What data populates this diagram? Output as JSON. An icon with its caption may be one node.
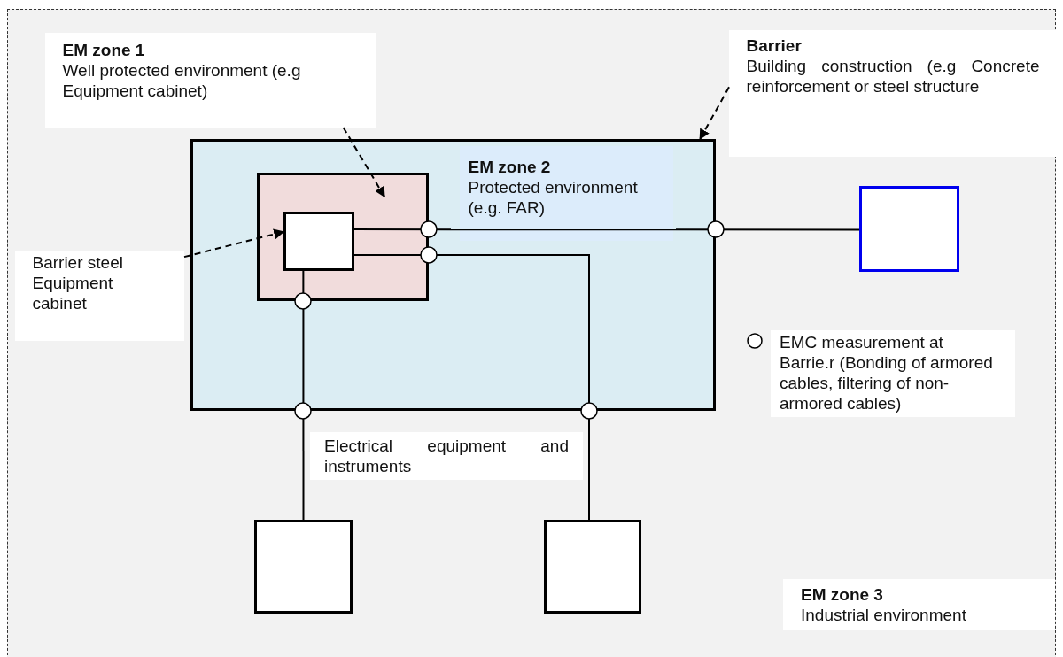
{
  "diagram": {
    "nodes": [
      {
        "text": [
          "EM zone 3",
          "Industrial environment"
        ]
      },
      {
        "text": [
          "EM zone 1",
          "Well protected environment (e.g    Equipment cabinet)"
        ],
        "in": 0
      },
      {
        "text": [
          "Barrier",
          "Building construction (e.g Concrete reinforcement or steel structure"
        ],
        "in": 0
      },
      {
        "text": [
          "EM zone 2",
          "Protected environment (e.g. FAR)"
        ],
        "in": 0
      },
      {
        "text": [],
        "shape": "box",
        "in": 3
      },
      {
        "text": [],
        "shape": "box",
        "in": 4
      },
      {
        "text": [
          "Barrier steel Equipment cabinet"
        ],
        "in": 0
      },
      {
        "text": [],
        "shape": "box",
        "in": 0
      },
      {
        "text": [],
        "shape": "box",
        "in": 0
      },
      {
        "text": [],
        "shape": "box",
        "in": 0
      }
    ],
    "edges": [
      {
        "from": 5,
        "to": 7,
        "arrow": "none"
      },
      {
        "from": 5,
        "to": 9,
        "arrow": "none"
      },
      {
        "from": 5,
        "to": 8,
        "arrow": "none"
      },
      {
        "from": 1,
        "to": 4,
        "arrow": "to",
        "style": "dashed"
      },
      {
        "from": 2,
        "to": 3,
        "arrow": "to",
        "style": "dashed"
      },
      {
        "from": 6,
        "to": 5,
        "arrow": "to",
        "style": "dashed"
      }
    ],
    "labels": [
      "Electrical equipment and instruments"
    ],
    "legend": [
      {
        "text": "EMC measurement at Barrie.r (Bonding of armored cables, filtering of non-armored cables)"
      }
    ]
  }
}
